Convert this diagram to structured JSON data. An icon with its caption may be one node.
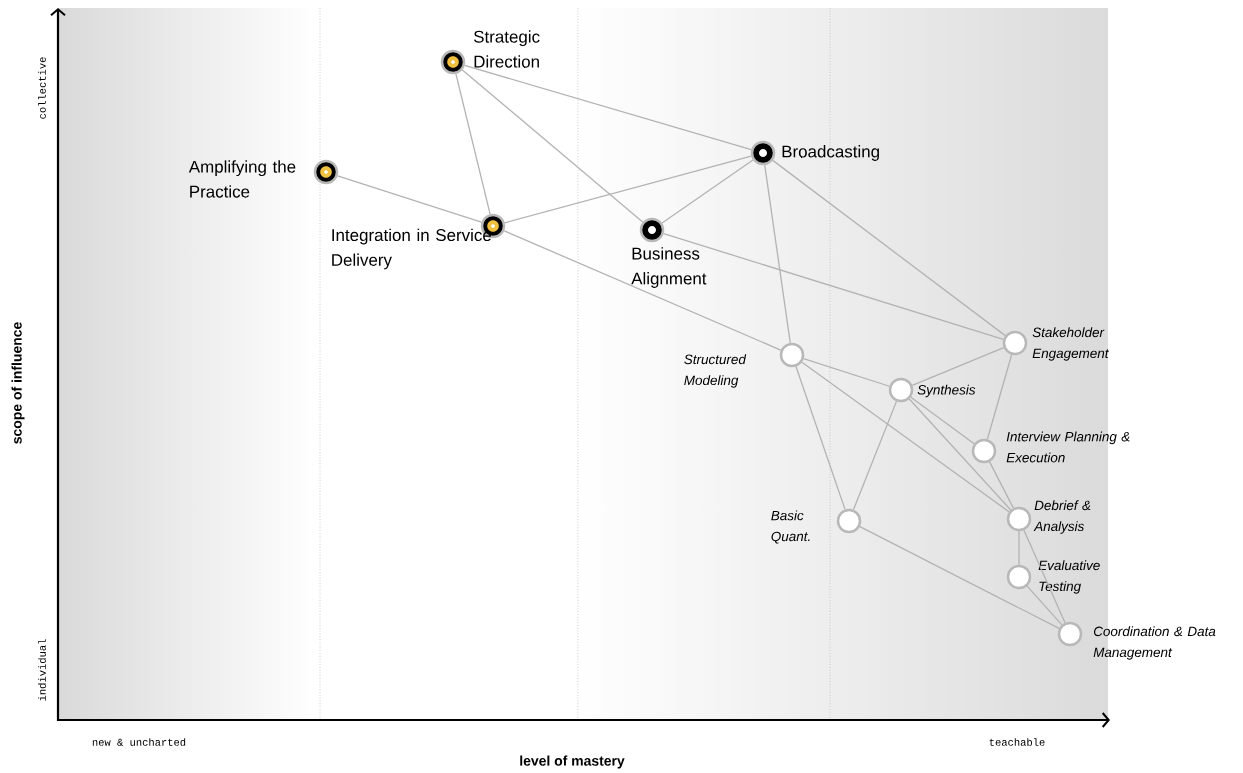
{
  "diagram": {
    "nodes": [
      {
        "text": [],
        "shape": "circle",
        "beside": [
          "Strategic Direction"
        ]
      },
      {
        "text": [],
        "shape": "circle",
        "beside": [
          "Amplifying the Practice"
        ]
      },
      {
        "text": [],
        "shape": "circle",
        "beside": [
          "Broadcasting"
        ]
      },
      {
        "text": [],
        "shape": "circle",
        "beside": [
          "Integration in Service Delivery"
        ]
      },
      {
        "text": [],
        "shape": "circle",
        "beside": [
          "Business Alignment"
        ]
      },
      {
        "text": [],
        "shape": "circle",
        "beside": [
          "Stakeholder Engagement"
        ]
      },
      {
        "text": [],
        "shape": "circle",
        "beside": [
          "Structured Modeling"
        ]
      },
      {
        "text": [],
        "shape": "circle",
        "beside": [
          "Synthesis"
        ]
      },
      {
        "text": [],
        "shape": "circle",
        "beside": [
          "Interview Planning & Execution"
        ]
      },
      {
        "text": [],
        "shape": "circle",
        "beside": [
          "Debrief & Analysis"
        ]
      },
      {
        "text": [],
        "shape": "circle",
        "beside": [
          "Basic Quant."
        ]
      },
      {
        "text": [],
        "shape": "circle",
        "beside": [
          "Evaluative Testing"
        ]
      },
      {
        "text": [],
        "shape": "circle",
        "beside": [
          "Coordination & Data Management"
        ]
      }
    ],
    "edges": [
      {
        "from": 0,
        "to": 2,
        "arrow": "none"
      },
      {
        "from": 0,
        "to": 3,
        "arrow": "none"
      },
      {
        "from": 0,
        "to": 4,
        "arrow": "none"
      },
      {
        "from": 1,
        "to": 3,
        "arrow": "none"
      },
      {
        "from": 3,
        "to": 2,
        "arrow": "none"
      },
      {
        "from": 3,
        "to": 6,
        "arrow": "none"
      },
      {
        "from": 4,
        "to": 2,
        "arrow": "none"
      },
      {
        "from": 4,
        "to": 5,
        "arrow": "none"
      },
      {
        "from": 2,
        "to": 6,
        "arrow": "none"
      },
      {
        "from": 2,
        "to": 5,
        "arrow": "none"
      },
      {
        "from": 6,
        "to": 7,
        "arrow": "none"
      },
      {
        "from": 6,
        "to": 9,
        "arrow": "none"
      },
      {
        "from": 6,
        "to": 10,
        "arrow": "none"
      },
      {
        "from": 7,
        "to": 5,
        "arrow": "none"
      },
      {
        "from": 7,
        "to": 10,
        "arrow": "none"
      },
      {
        "from": 7,
        "to": 8,
        "arrow": "none"
      },
      {
        "from": 7,
        "to": 9,
        "arrow": "none"
      },
      {
        "from": 5,
        "to": 8,
        "arrow": "none"
      },
      {
        "from": 8,
        "to": 9,
        "arrow": "none"
      },
      {
        "from": 9,
        "to": 11,
        "arrow": "none"
      },
      {
        "from": 9,
        "to": 12,
        "arrow": "none"
      },
      {
        "from": 11,
        "to": 12,
        "arrow": "none"
      },
      {
        "from": 10,
        "to": 12,
        "arrow": "none"
      }
    ],
    "labels": [
      "collective",
      "scope of influence",
      "individual",
      "new & uncharted",
      "teachable",
      "level of mastery"
    ]
  }
}
